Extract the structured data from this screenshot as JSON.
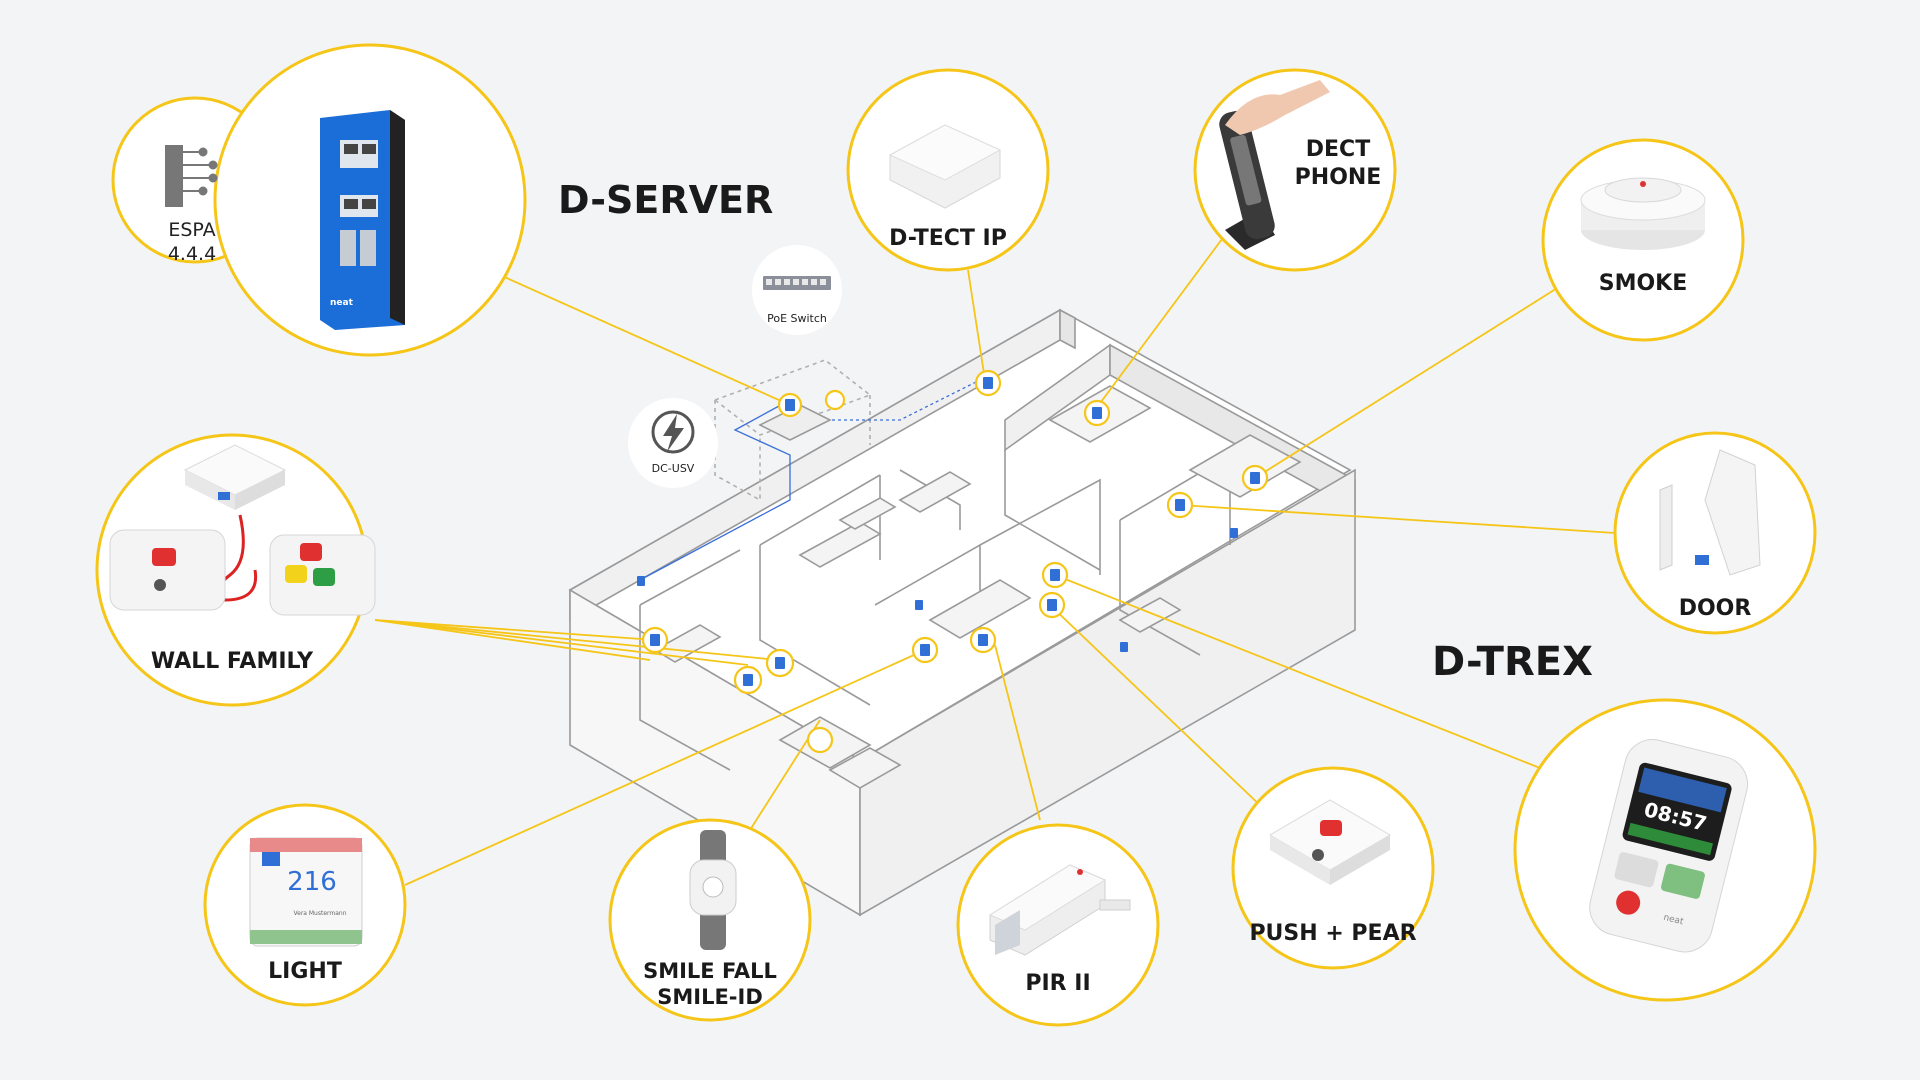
{
  "colors": {
    "accent": "#f5c518",
    "background": "#f3f4f6",
    "device_blue": "#2f6fd6",
    "server_blue": "#1b6ed8"
  },
  "headings": {
    "server": "D-SERVER",
    "trex": "D-TREX"
  },
  "devices": {
    "espa": {
      "line1": "ESPA",
      "line2": "4.4.4",
      "icon": "network-tree-icon"
    },
    "poe_switch": {
      "label": "PoE Switch",
      "icon": "switch-icon"
    },
    "dc_usv": {
      "label": "DC-USV",
      "icon": "lightning-icon"
    },
    "dtect_ip": {
      "label": "D-TECT IP"
    },
    "dect_phone": {
      "line1": "DECT",
      "line2": "PHONE"
    },
    "smoke": {
      "label": "SMOKE"
    },
    "door": {
      "label": "DOOR"
    },
    "wall_family": {
      "label": "WALL FAMILY"
    },
    "light": {
      "label": "LIGHT",
      "room_number": "216",
      "room_sub": "Vera Mustermann"
    },
    "smile": {
      "line1": "SMILE FALL",
      "line2": "SMILE-ID"
    },
    "pir": {
      "label": "PIR II"
    },
    "push_pear": {
      "label": "PUSH + PEAR"
    },
    "trex_device": {
      "time": "08:57",
      "brand": "neat"
    },
    "server_device": {
      "brand": "neat"
    }
  }
}
